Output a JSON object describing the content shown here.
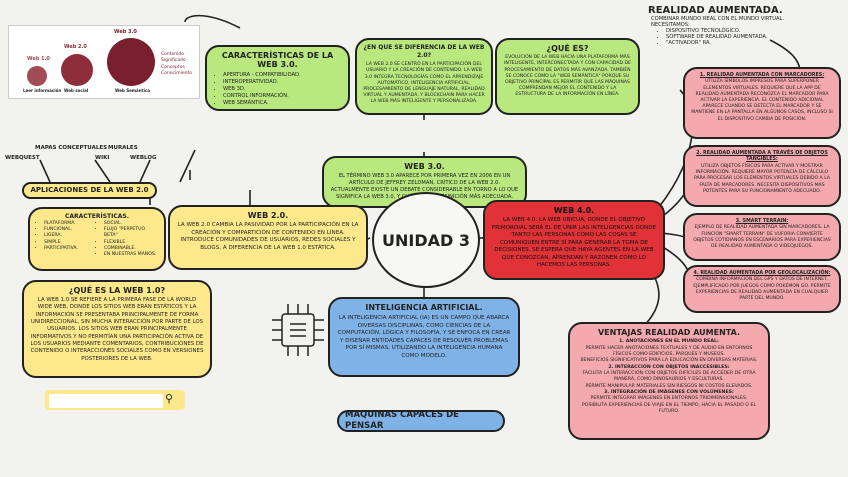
{
  "web_levels": {
    "labels": [
      "Web 1.0",
      "Web 2.0",
      "Web 3.0"
    ],
    "circle_1": "Leer información",
    "circle_2": "Web social",
    "circle_3": "Web Semántica",
    "legend": [
      "Contenido",
      "Significado",
      "Conceptos",
      "Conocimiento"
    ]
  },
  "caracteristicas_web3": {
    "title": "CARACTERÍSTICAS DE LA WEB 3.0.",
    "items": [
      "APERTURA - COMPATIBILIDAD.",
      "INTEROPERATIVIDAD.",
      "WEB 3D.",
      "CONTROL INFORMACIÓN.",
      "WEB SEMÁNTICA."
    ]
  },
  "en_que_se_diferencia": {
    "title": "¿EN QUE SE DIFERENCIA DE LA WEB 2.0?",
    "text": "LA WEB 2.0 SE CENTRÓ EN LA PARTICIPACIÓN DEL USUARIO Y LA CREACIÓN DE CONTENIDO. LA WEB 3.0 INTEGRA TECNOLOGÍAS COMO EL APRENDIZAJE AUTOMÁTICO, INTELIGENCIA ARTIFICIAL, PROCESAMIENTO DE LENGUAJE NATURAL, REALIDAD VIRTUAL Y AUMENTADA, Y BLOCKCHAIN PARA HACER LA WEB MÁS INTELIGENTE Y PERSONALIZADA."
  },
  "que_es": {
    "title": "¿QUÉ ES?",
    "text": "EVOLUCIÓN DE LA WEB HACIA UNA PLATAFORMA MÁS INTELIGENTE, INTERCONECTADA Y CON CAPACIDAD DE PROCESAMIENTO DE DATOS MÁS AVANZADA. TAMBIÉN SE CONOCE COMO LA \"WEB SEMÁNTICA\" PORQUE SU OBJETIVO PRINCIPAL ES PERMITIR QUE LAS MÁQUINAS COMPRENDAN MEJOR EL CONTENIDO Y LA ESTRUCTURA DE LA INFORMACIÓN EN LÍNEA."
  },
  "web30": {
    "title": "WEB 3.0.",
    "text": "EL TÉRMINO WEB 3.0 APARECE POR PRIMERA VEZ EN 2006 EN UN ARTÍCULO DE JEFFREY ZELDMAN, CRÍTICO DE LA WEB 2.0. ACTUALMENTE EXISTE UN DEBATE CONSIDERABLE EN TORNO A LO QUE SIGNIFICA LA WEB 3.0, Y CUÁL SEA LA DEFINICIÓN MÁS ADECUADA."
  },
  "realidad_aumentada": {
    "title": "REALIDAD AUMENTADA.",
    "intro": "COMBINAR MUNDO REAL CON EL MUNDO VIRTUAL.",
    "needs_label": "NECESITAMOS:",
    "needs": [
      "DISPOSITIVO TECNOLÓGICO.",
      "SOFTWARE DE REALIDAD AUMENTADA.",
      "\"ACTIVADOR\" RA."
    ]
  },
  "ra_levels": [
    {
      "title": "1. REALIDAD AUMENTADA CON MARCADORES:",
      "text": "UTILIZA SÍMBOLOS IMPRESOS PARA SUPERPONER ELEMENTOS VIRTUALES. REQUIERE QUE LA APP DE REALIDAD AUMENTADA RECONOZCA EL MARCADOR PARA ACTIVAR LA EXPERIENCIA. EL CONTENIDO ADICIONAL APARECE CUANDO SE DETECTA EL MARCADOR Y SE MANTIENE EN LA PANTALLA EN ALGUNOS CASOS, INCLUSO SI EL DISPOSITIVO CAMBIA DE POSICIÓN."
    },
    {
      "title": "2. REALIDAD AUMENTADA A TRAVÉS DE OBJETOS TANGIBLES:",
      "text": "UTILIZA OBJETOS FÍSICOS PARA ACTIVAR Y MOSTRAR INFORMACIÓN. REQUIERE MAYOR POTENCIA DE CÁLCULO PARA PROCESAR LOS ELEMENTOS VIRTUALES DEBIDO A LA FALTA DE MARCADORES. NECESITA DISPOSITIVOS MÁS POTENTES PARA SU FUNCIONAMIENTO ADECUADO."
    },
    {
      "title": "3. SMART TERRAIN:",
      "text": "EJEMPLO DE REALIDAD AUMENTADA SIN MARCADORES. LA FUNCIÓN \"SMART TERRAIN\" DE VUFORIA CONVIERTE OBJETOS COTIDIANOS EN ESCENARIOS PARA EXPERIENCIAS DE REALIDAD AUMENTADA O VIDEOJUEGOS."
    },
    {
      "title": "4. REALIDAD AUMENTADA POR GEOLOCALIZACIÓN:",
      "text": "COMBINA INFORMACIÓN DEL GPS Y DATOS DE INTERNET. EJEMPLIFICADO POR JUEGOS COMO POKÉMON GO. PERMITE EXPERIENCIAS DE REALIDAD AUMENTADA EN CUALQUIER PARTE DEL MUNDO."
    }
  ],
  "web40": {
    "title": "WEB 4.0.",
    "text": "LA WEB 4.0, LA WEB UBICUA, DONDE EL OBJETIVO PRIMORDIAL SERÁ EL DE UNIR LAS INTELIGENCIAS DONDE TANTO LAS PERSONAS COMO LAS COSAS SE COMUNIQUEN ENTRE SÍ PARA GENERAR LA TOMA DE DECISIONES. SE ESPERA QUE HAYA AGENTES EN LA WEB QUE CONOZCAN, APRENDAN Y RAZONEN COMO LO HACEMOS LAS PERSONAS."
  },
  "unidad": "UNIDAD 3",
  "web20": {
    "title": "WEB 2.0.",
    "text": "LA WEB 2.0 CAMBIA LA PASIVIDAD POR LA PARTICIPACIÓN EN LA CREACIÓN Y COMPARTICIÓN DE CONTENIDO EN LÍNEA. INTRODUCE COMUNIDADES DE USUARIOS, REDES SOCIALES Y BLOGS. A DIFERENCIA DE LA WEB 1.0 ESTÁTICA."
  },
  "caracteristicas_web2": {
    "title": "CARACTERÍSTICAS.",
    "col1": [
      "PLATAFORMA.",
      "FUNCIONAL.",
      "LIGERA.",
      "SIMPLE.",
      "PARTICIPATIVA."
    ],
    "col2": [
      "SOCIAL.",
      "FLUJO \"PERPETUO BETA\"",
      "FLEXIBLE.",
      "COMBINABLE.",
      "EN NUESTRAS MANOS."
    ]
  },
  "aplicaciones": {
    "title": "APLICACIONES DE LA WEB 2.0",
    "items": [
      "MAPAS CONCEPTUALES",
      "MURALES",
      "WEBQUEST",
      "WIKI",
      "WEBLOG"
    ]
  },
  "que_es_web1": {
    "title": "¿QUÉ ES LA WEB 1.0?",
    "text": "LA WEB 1.0 SE REFIERE A LA PRIMERA FASE DE LA WORLD WIDE WEB, DONDE LOS SITIOS WEB ERAN ESTÁTICOS Y LA INFORMACIÓN SE PRESENTABA PRINCIPALMENTE DE FORMA UNIDIRECCIONAL, SIN MUCHA INTERACCIÓN POR PARTE DE LOS USUARIOS. LOS SITIOS WEB ERAN PRINCIPALMENTE INFORMATIVOS Y NO PERMITÍAN UNA PARTICIPACIÓN ACTIVA DE LOS USUARIOS MEDIANTE COMENTARIOS, CONTRIBUCIONES DE CONTENIDO O INTERACCIONES SOCIALES COMO EN VERSIONES POSTERIORES DE LA WEB."
  },
  "search": {
    "placeholder": ""
  },
  "ia": {
    "title": "INTELIGENCIA ARTIFICIAL.",
    "text": "LA INTELIGENCIA ARTIFICIAL (IA) ES UN CAMPO QUE ABARCA DIVERSAS DISCIPLINAS, COMO CIENCIAS DE LA COMPUTACIÓN, LÓGICA Y FILOSOFÍA, Y SE ENFOCA EN CREAR Y DISEÑAR ENTIDADES CAPACES DE RESOLVER PROBLEMAS POR SÍ MISMAS, UTILIZANDO LA INTELIGENCIA HUMANA COMO MODELO."
  },
  "maquinas": "MÁQUINAS CAPACES DE PENSAR",
  "ventajas": {
    "title": "VENTAJAS REALIDAD AUMENTA.",
    "sections": [
      {
        "head": "1. ANOTACIONES EN EL MUNDO REAL:",
        "items": [
          "PERMITE HACER ANOTACIONES TEXTUALES Y DE AUDIO EN ENTORNOS FÍSICOS COMO EDIFICIOS, PARQUES Y MUSEOS.",
          "BENEFICIOS SIGNIFICATIVOS PARA LA EDUCACIÓN EN DIVERSAS MATERIAS."
        ]
      },
      {
        "head": "2. INTERACCIÓN CON OBJETOS INACCESIBLES:",
        "items": [
          "FACILITA LA INTERACCIÓN CON OBJETOS DIFÍCILES DE ACCEDER DE OTRA MANERA, COMO DINOSAURIOS Y ESCULTURAS.",
          "PERMITE MANIPULAR MATERIALES SIN RIESGOS NI COSTOS ELEVADOS."
        ]
      },
      {
        "head": "3. INTEGRACIÓN DE IMÁGENES CON VOLÚMENES:",
        "items": [
          "PERMITE INTEGRAR IMÁGENES EN ENTORNOS TRIDIMENSIONALES.",
          "POSIBILITA EXPERIENCIAS DE VIAJE EN EL TIEMPO, HACIA EL PASADO O EL FUTURO."
        ]
      }
    ]
  },
  "colors": {
    "yellow": "#fbe17b",
    "green": "#b9e87f",
    "red": "#e13238",
    "pink": "#f4a9ae",
    "blue": "#7fb3e8",
    "yellow_light": "#fde98c"
  }
}
